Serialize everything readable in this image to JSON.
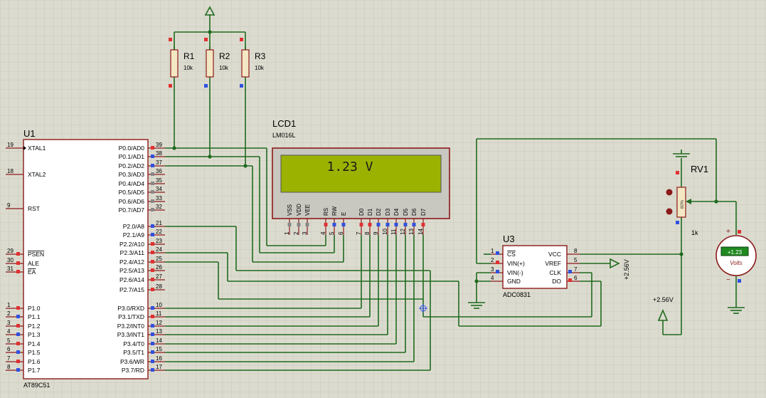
{
  "colors": {
    "background": "#dcdbcf",
    "grid": "#c9c8bb",
    "wire": "#1e6b1e",
    "chip_fill": "#ffffff",
    "chip_border": "#8b1a1a",
    "resistor_fill": "#f4e7c4",
    "lcd_screen": "#9bb300",
    "pin_red": "#e03030",
    "pin_blue": "#3050e0",
    "pin_gray": "#888888",
    "meter_display": "#1f8a1f",
    "meter_text": "#ffffff"
  },
  "u1": {
    "ref": "U1",
    "part": "AT89C51",
    "left_pins": [
      {
        "num": "19",
        "name": "XTAL1"
      },
      {
        "num": "18",
        "name": "XTAL2"
      },
      {
        "num": "9",
        "name": "RST"
      },
      {
        "num": "29",
        "name": "PSEN"
      },
      {
        "num": "30",
        "name": "ALE"
      },
      {
        "num": "31",
        "name": "EA"
      },
      {
        "num": "1",
        "name": "P1.0"
      },
      {
        "num": "2",
        "name": "P1.1"
      },
      {
        "num": "3",
        "name": "P1.2"
      },
      {
        "num": "4",
        "name": "P1.3"
      },
      {
        "num": "5",
        "name": "P1.4"
      },
      {
        "num": "6",
        "name": "P1.5"
      },
      {
        "num": "7",
        "name": "P1.6"
      },
      {
        "num": "8",
        "name": "P1.7"
      }
    ],
    "right_pins": [
      {
        "num": "39",
        "name": "P0.0/AD0"
      },
      {
        "num": "38",
        "name": "P0.1/AD1"
      },
      {
        "num": "37",
        "name": "P0.2/AD2"
      },
      {
        "num": "36",
        "name": "P0.3/AD3"
      },
      {
        "num": "35",
        "name": "P0.4/AD4"
      },
      {
        "num": "34",
        "name": "P0.5/AD5"
      },
      {
        "num": "33",
        "name": "P0.6/AD6"
      },
      {
        "num": "32",
        "name": "P0.7/AD7"
      },
      {
        "num": "21",
        "name": "P2.0/A8"
      },
      {
        "num": "22",
        "name": "P2.1/A9"
      },
      {
        "num": "23",
        "name": "P2.2/A10"
      },
      {
        "num": "24",
        "name": "P2.3/A11"
      },
      {
        "num": "25",
        "name": "P2.4/A12"
      },
      {
        "num": "26",
        "name": "P2.5/A13"
      },
      {
        "num": "27",
        "name": "P2.6/A14"
      },
      {
        "num": "28",
        "name": "P2.7/A15"
      },
      {
        "num": "10",
        "name": "P3.0/RXD"
      },
      {
        "num": "11",
        "name": "P3.1/TXD"
      },
      {
        "num": "12",
        "name": "P3.2/INT0"
      },
      {
        "num": "13",
        "name": "P3.3/INT1"
      },
      {
        "num": "14",
        "name": "P3.4/T0"
      },
      {
        "num": "15",
        "name": "P3.5/T1"
      },
      {
        "num": "16",
        "name": "P3.6/WR"
      },
      {
        "num": "17",
        "name": "P3.7/RD"
      }
    ]
  },
  "resistors": [
    {
      "ref": "R1",
      "value": "10k"
    },
    {
      "ref": "R2",
      "value": "10k"
    },
    {
      "ref": "R3",
      "value": "10k"
    }
  ],
  "lcd": {
    "ref": "LCD1",
    "part": "LM016L",
    "display_text": "1.23 V",
    "pins": [
      {
        "num": "1",
        "name": "VSS"
      },
      {
        "num": "2",
        "name": "VDD"
      },
      {
        "num": "3",
        "name": "VEE"
      },
      {
        "num": "4",
        "name": "RS"
      },
      {
        "num": "5",
        "name": "RW"
      },
      {
        "num": "6",
        "name": "E"
      },
      {
        "num": "7",
        "name": "D0"
      },
      {
        "num": "8",
        "name": "D1"
      },
      {
        "num": "9",
        "name": "D2"
      },
      {
        "num": "10",
        "name": "D3"
      },
      {
        "num": "11",
        "name": "D4"
      },
      {
        "num": "12",
        "name": "D5"
      },
      {
        "num": "13",
        "name": "D6"
      },
      {
        "num": "14",
        "name": "D7"
      }
    ]
  },
  "u3": {
    "ref": "U3",
    "part": "ADC0831",
    "left_pins": [
      {
        "num": "1",
        "name": "CS"
      },
      {
        "num": "2",
        "name": "VIN(+)"
      },
      {
        "num": "3",
        "name": "VIN(-)"
      },
      {
        "num": "4",
        "name": "GND"
      }
    ],
    "right_pins": [
      {
        "num": "8",
        "name": "VCC"
      },
      {
        "num": "5",
        "name": "VREF"
      },
      {
        "num": "7",
        "name": "CLK"
      },
      {
        "num": "6",
        "name": "DO"
      }
    ]
  },
  "rv1": {
    "ref": "RV1",
    "value": "1k",
    "body_label": "60%"
  },
  "voltmeter": {
    "reading": "+1.23",
    "unit": "Volts",
    "plus": "+",
    "minus": "−"
  },
  "labels": {
    "vref_right": "+2.56V",
    "vref_left": "+2.56V"
  }
}
